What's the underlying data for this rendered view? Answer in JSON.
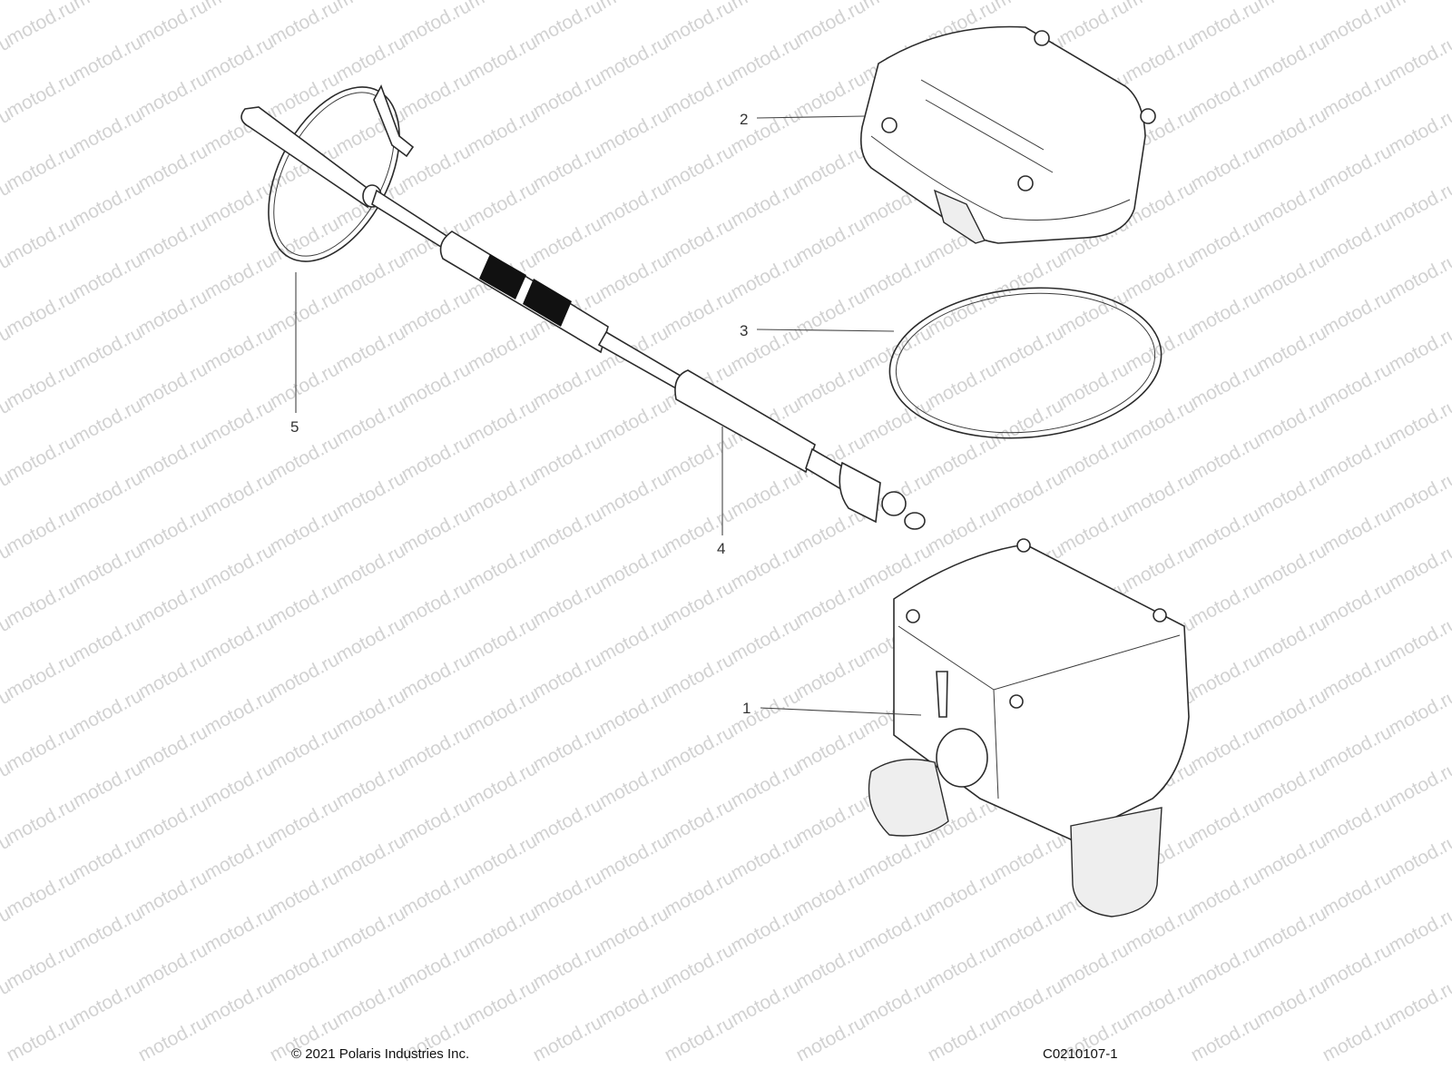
{
  "watermark": {
    "text": "motod.ru"
  },
  "callouts": [
    {
      "id": "1",
      "label": "1"
    },
    {
      "id": "2",
      "label": "2"
    },
    {
      "id": "3",
      "label": "3"
    },
    {
      "id": "4",
      "label": "4"
    },
    {
      "id": "5",
      "label": "5"
    }
  ],
  "footer": {
    "copyright": "© 2021 Polaris Industries Inc.",
    "drawing_code": "C0210107-1"
  }
}
